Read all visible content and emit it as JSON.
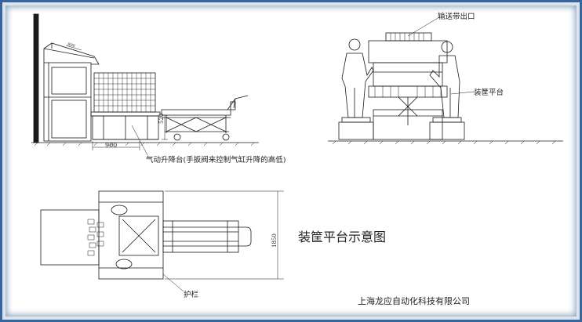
{
  "labels": {
    "conveyor_outlet": "输送带出口",
    "basket_platform": "装筐平台",
    "lift_table_note": "气动升降台(手扳阀来控制气缸升降的高低)",
    "guardrail": "护栏",
    "dim_900": "900",
    "dim_520": "520",
    "dim_1850": "1850",
    "dim_top": "800"
  },
  "title": "装筐平台示意图",
  "company": "上海龙应自动化科技有限公司",
  "colors": {
    "line": "#1a1a1a",
    "border": "#35679e"
  }
}
